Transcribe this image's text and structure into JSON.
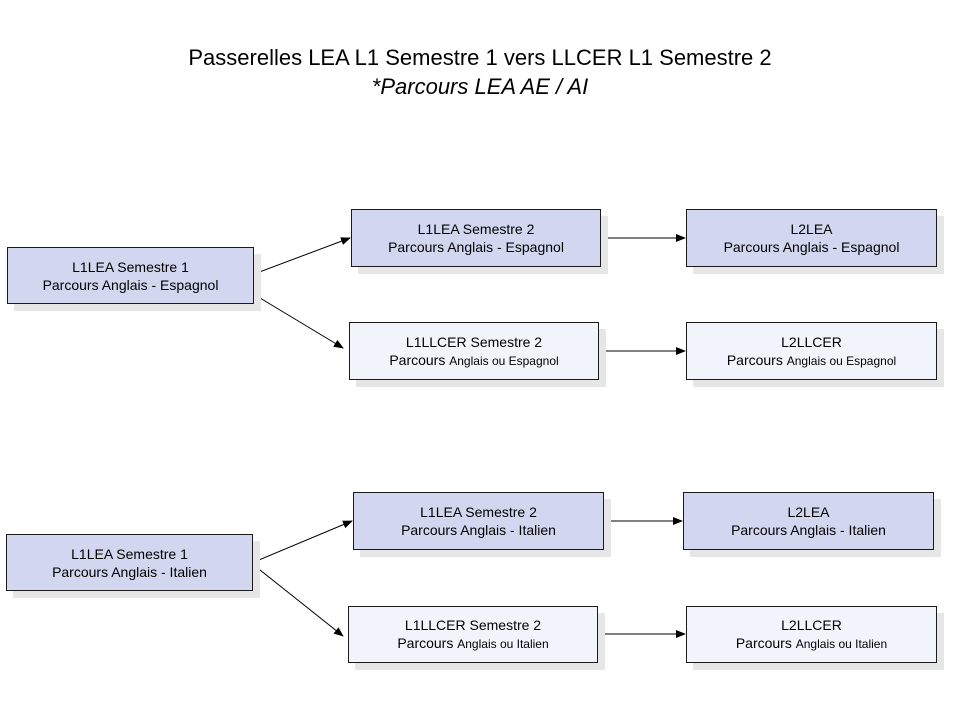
{
  "title": {
    "line1": "Passerelles LEA L1 Semestre 1 vers LLCER L1 Semestre 2",
    "line2": "*Parcours LEA AE / AI"
  },
  "colors": {
    "lea_fill": "#d2d7ef",
    "llcer_fill": "#f2f4fc",
    "shadow": "#e6e6e6",
    "stroke": "#1a1a1a"
  },
  "groups": [
    {
      "source": {
        "line1": "L1LEA Semestre 1",
        "line2": "Parcours Anglais - Espagnol"
      },
      "lea_s2": {
        "line1": "L1LEA Semestre 2",
        "line2": "Parcours Anglais - Espagnol"
      },
      "lea_l2": {
        "line1": "L2LEA",
        "line2": "Parcours Anglais - Espagnol"
      },
      "llcer_s2": {
        "line1": "L1LLCER Semestre 2",
        "line2a": "Parcours",
        "line2b": "Anglais ou Espagnol"
      },
      "llcer_l2": {
        "line1": "L2LLCER",
        "line2a": "Parcours",
        "line2b": "Anglais ou Espagnol"
      }
    },
    {
      "source": {
        "line1": "L1LEA Semestre 1",
        "line2": "Parcours Anglais - Italien"
      },
      "lea_s2": {
        "line1": "L1LEA Semestre 2",
        "line2": "Parcours Anglais - Italien"
      },
      "lea_l2": {
        "line1": "L2LEA",
        "line2": "Parcours Anglais - Italien"
      },
      "llcer_s2": {
        "line1": "L1LLCER Semestre 2",
        "line2a": "Parcours",
        "line2b": "Anglais ou Italien"
      },
      "llcer_l2": {
        "line1": "L2LLCER",
        "line2a": "Parcours",
        "line2b": "Anglais ou Italien"
      }
    }
  ]
}
